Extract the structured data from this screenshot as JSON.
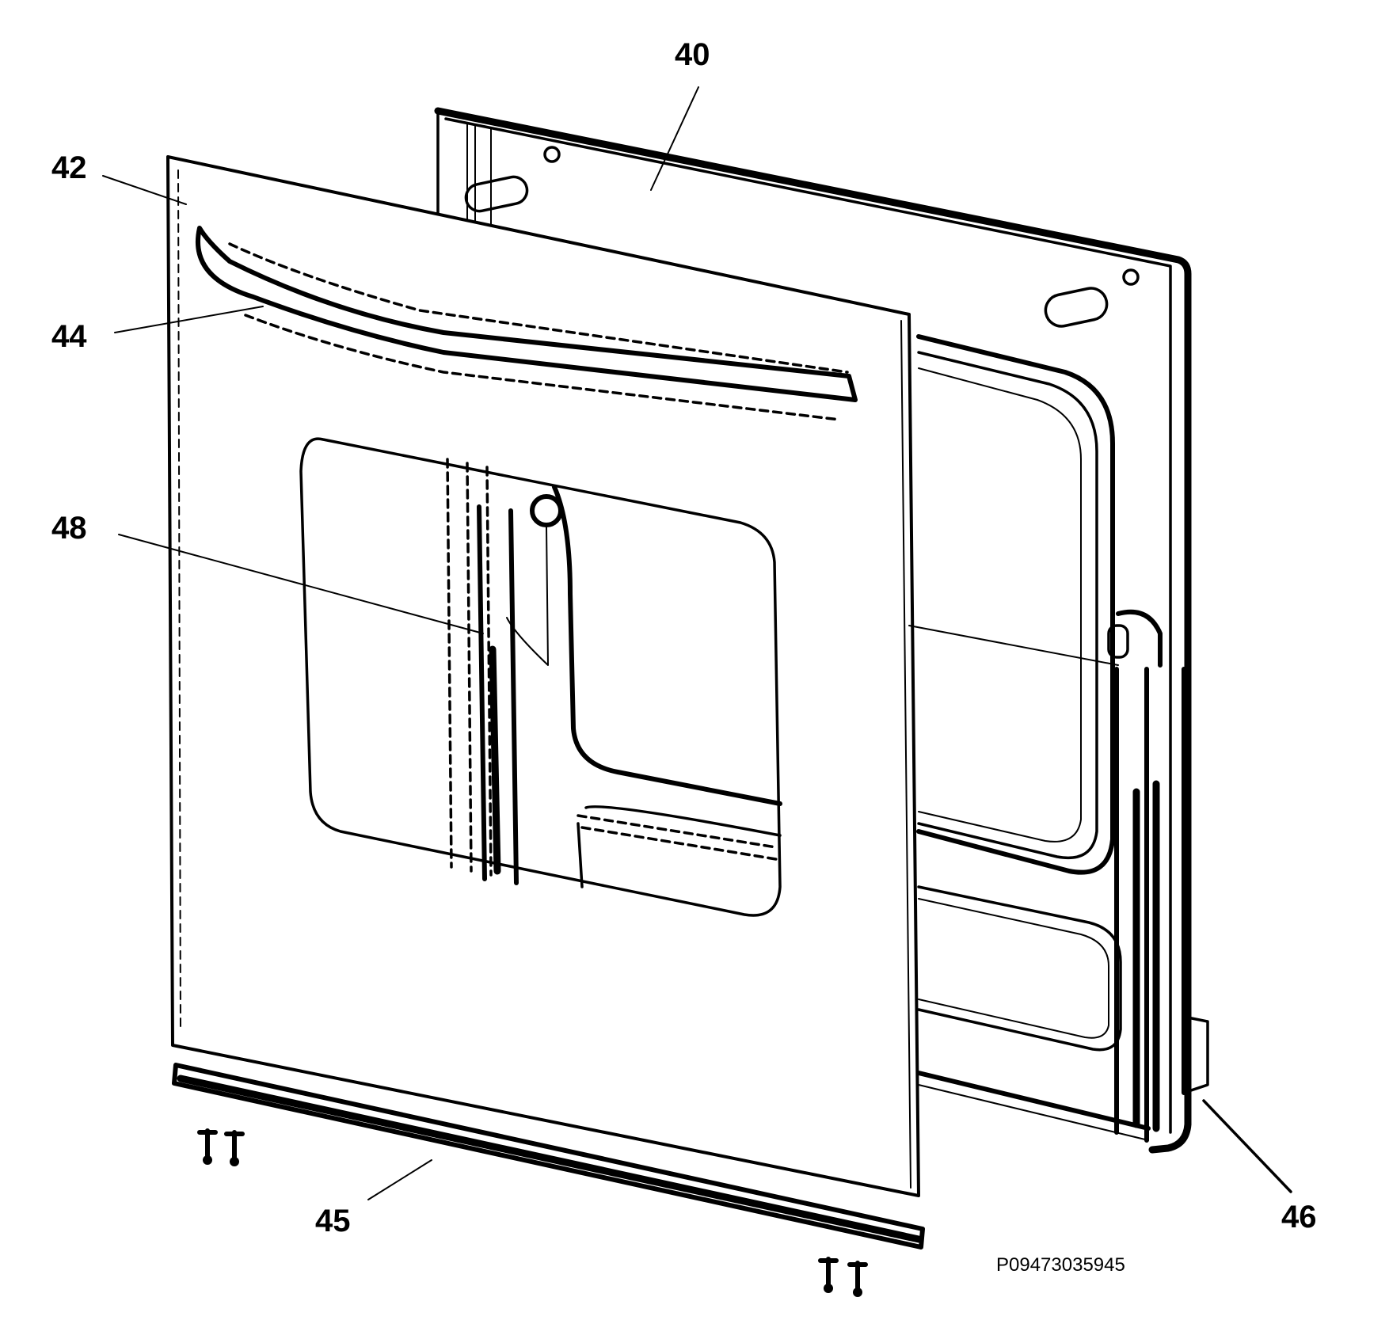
{
  "callouts": [
    {
      "id": "40",
      "text": "40"
    },
    {
      "id": "42",
      "text": "42"
    },
    {
      "id": "44",
      "text": "44"
    },
    {
      "id": "45",
      "text": "45"
    },
    {
      "id": "46",
      "text": "46"
    },
    {
      "id": "48",
      "text": "48"
    }
  ],
  "diagram_code": "P09473035945",
  "colors": {
    "ink": "#000000",
    "paper": "#ffffff"
  }
}
